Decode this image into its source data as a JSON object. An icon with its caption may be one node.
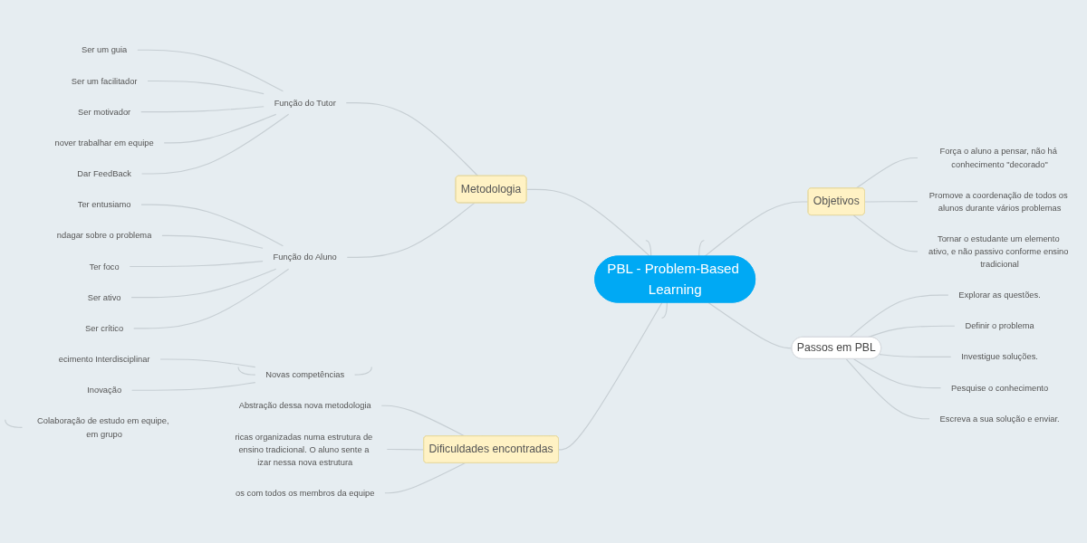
{
  "diagram": {
    "nodes": [
      {
        "text": [
          "PBL - Problem-Based Learning"
        ]
      },
      {
        "text": [
          "Metodologia"
        ]
      },
      {
        "text": [
          "Função do Tutor"
        ]
      },
      {
        "text": [
          "Ser um guia"
        ]
      },
      {
        "text": [
          "Ser um facilitador"
        ]
      },
      {
        "text": [
          "Ser motivador"
        ]
      },
      {
        "text": [
          "nover trabalhar em equipe"
        ]
      },
      {
        "text": [
          "Dar FeedBack"
        ]
      },
      {
        "text": [
          "Função do Aluno"
        ]
      },
      {
        "text": [
          "Ter entusiamo"
        ]
      },
      {
        "text": [
          "ndagar sobre o problema"
        ]
      },
      {
        "text": [
          "Ter foco"
        ]
      },
      {
        "text": [
          "Ser ativo"
        ]
      },
      {
        "text": [
          "Ser crítico"
        ]
      },
      {
        "text": [
          "Novas competências"
        ]
      },
      {
        "text": [
          "ecimento Interdisciplinar"
        ]
      },
      {
        "text": [
          "Inovação"
        ]
      },
      {
        "text": [
          "Dificuldades encontradas"
        ]
      },
      {
        "text": [
          "Abstração dessa nova metodologia"
        ]
      },
      {
        "text": [
          "ricas organizadas numa estrutura de ensino tradicional. O aluno sente a izar nessa nova estrutura"
        ]
      },
      {
        "text": [
          "os com todos os membros da equipe"
        ]
      },
      {
        "text": [
          "Objetivos"
        ]
      },
      {
        "text": [
          "Força o aluno a pensar, não há conhecimento \"decorado\""
        ]
      },
      {
        "text": [
          "Promove a coordenação de todos os alunos durante vários problemas"
        ]
      },
      {
        "text": [
          "Tornar o estudante um elemento ativo, e não passivo conforme ensino tradicional"
        ]
      },
      {
        "text": [
          "Passos em PBL"
        ]
      },
      {
        "text": [
          "Explorar as questões."
        ]
      },
      {
        "text": [
          "Definir o problema"
        ]
      },
      {
        "text": [
          "Investigue soluções."
        ]
      },
      {
        "text": [
          "Pesquise o conhecimento"
        ]
      },
      {
        "text": [
          "Escreva a sua solução e enviar."
        ]
      },
      {
        "text": [
          "Colaboração de estudo em equipe, em grupo"
        ]
      }
    ],
    "edges": [
      {
        "from": 1,
        "to": 0,
        "arrow": "none"
      },
      {
        "from": 2,
        "to": 1,
        "arrow": "none"
      },
      {
        "from": 3,
        "to": 2,
        "arrow": "none"
      },
      {
        "from": 4,
        "to": 2,
        "arrow": "none"
      },
      {
        "from": 5,
        "to": 2,
        "arrow": "none"
      },
      {
        "from": 6,
        "to": 2,
        "arrow": "none"
      },
      {
        "from": 7,
        "to": 2,
        "arrow": "none"
      },
      {
        "from": 8,
        "to": 1,
        "arrow": "none"
      },
      {
        "from": 9,
        "to": 8,
        "arrow": "none"
      },
      {
        "from": 10,
        "to": 8,
        "arrow": "none"
      },
      {
        "from": 11,
        "to": 8,
        "arrow": "none"
      },
      {
        "from": 12,
        "to": 8,
        "arrow": "none"
      },
      {
        "from": 13,
        "to": 8,
        "arrow": "none"
      },
      {
        "from": 15,
        "to": 14,
        "arrow": "none"
      },
      {
        "from": 16,
        "to": 14,
        "arrow": "none"
      },
      {
        "from": null,
        "to": 14,
        "arrow": "none"
      },
      {
        "from": 14,
        "to": null,
        "arrow": "none"
      },
      {
        "from": 17,
        "to": 0,
        "arrow": "none"
      },
      {
        "from": 18,
        "to": 17,
        "arrow": "none"
      },
      {
        "from": 19,
        "to": 17,
        "arrow": "none"
      },
      {
        "from": 20,
        "to": 17,
        "arrow": "none"
      },
      {
        "from": 0,
        "to": 21,
        "arrow": "none"
      },
      {
        "from": 21,
        "to": 22,
        "arrow": "none"
      },
      {
        "from": 21,
        "to": 23,
        "arrow": "none"
      },
      {
        "from": 21,
        "to": 24,
        "arrow": "none"
      },
      {
        "from": 0,
        "to": 25,
        "arrow": "none"
      },
      {
        "from": 25,
        "to": 26,
        "arrow": "none"
      },
      {
        "from": 25,
        "to": 27,
        "arrow": "none"
      },
      {
        "from": 25,
        "to": 28,
        "arrow": "none"
      },
      {
        "from": 25,
        "to": 29,
        "arrow": "none"
      },
      {
        "from": 25,
        "to": 30,
        "arrow": "none"
      },
      {
        "from": null,
        "to": 31,
        "arrow": "none"
      },
      {
        "from": 0,
        "to": null,
        "arrow": "none"
      },
      {
        "from": 0,
        "to": null,
        "arrow": "none"
      },
      {
        "from": 0,
        "to": null,
        "arrow": "none"
      }
    ]
  }
}
